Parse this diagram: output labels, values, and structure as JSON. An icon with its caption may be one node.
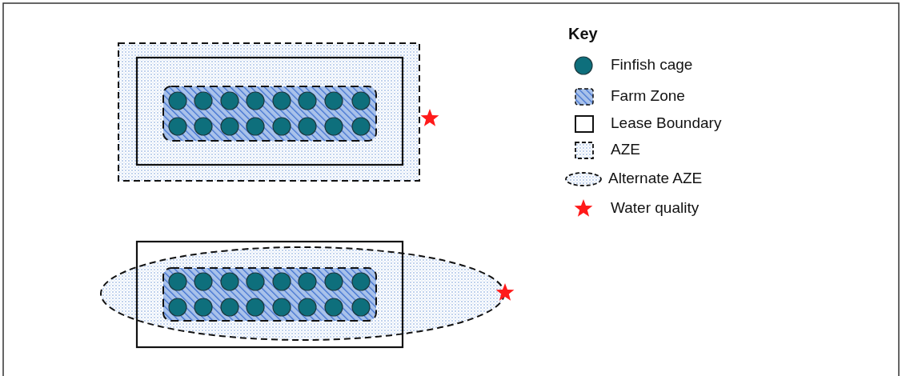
{
  "diagram": {
    "labels": [
      "Key"
    ],
    "legend": [
      {
        "text": "Finfish cage"
      },
      {
        "text": "Farm Zone"
      },
      {
        "text": "Lease Boundary"
      },
      {
        "text": "AZE"
      },
      {
        "text": "Alternate AZE"
      },
      {
        "text": "Water quality"
      }
    ]
  }
}
